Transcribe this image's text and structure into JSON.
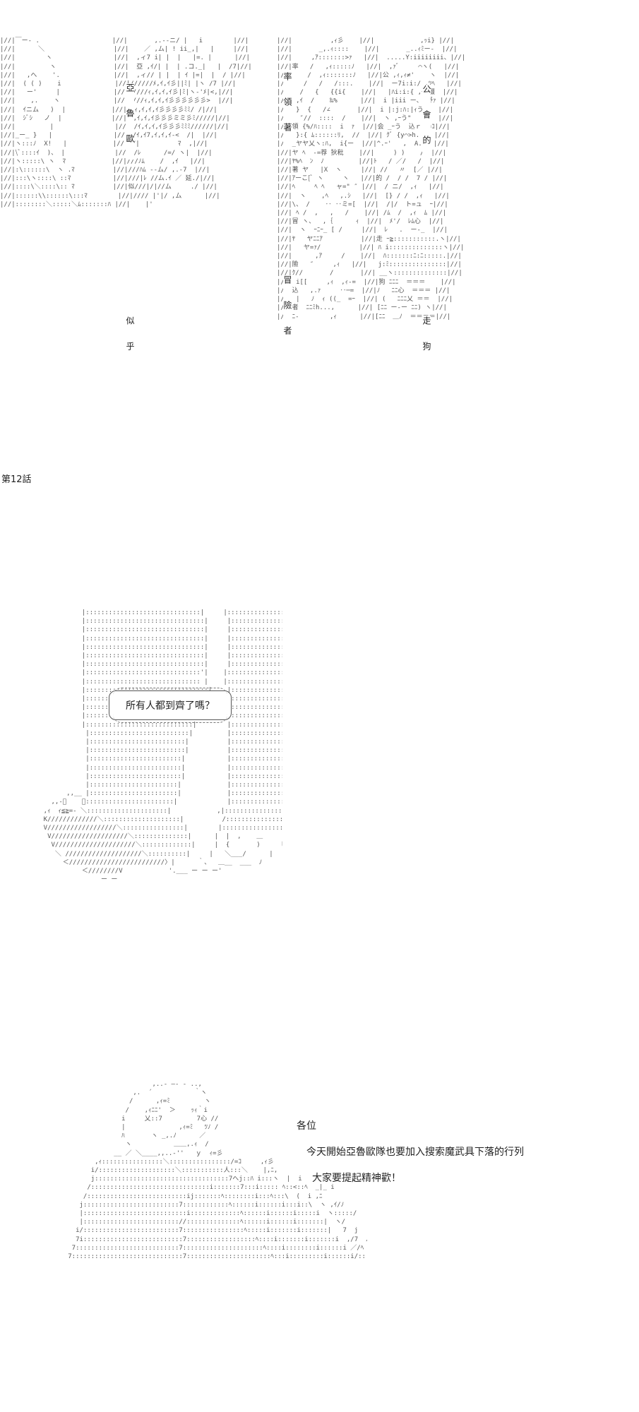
{
  "header": {
    "title_columns": [
      [
        "亞",
        "魯",
        "歐"
      ],
      [
        "率",
        "領",
        "著"
      ],
      [
        "公",
        "會",
        "的"
      ],
      [
        "冒",
        "險",
        "者"
      ],
      [
        "走",
        "狗"
      ],
      [
        "似",
        "乎"
      ]
    ],
    "chapter": "第12話"
  },
  "scene1": {
    "speech": "所有人都到齊了嗎？"
  },
  "scene2": {
    "lines": [
      "各位",
      "今天開始亞魯歐隊也要加入搜索魔武具下落的行列",
      "大家要提起精神歡！"
    ]
  }
}
